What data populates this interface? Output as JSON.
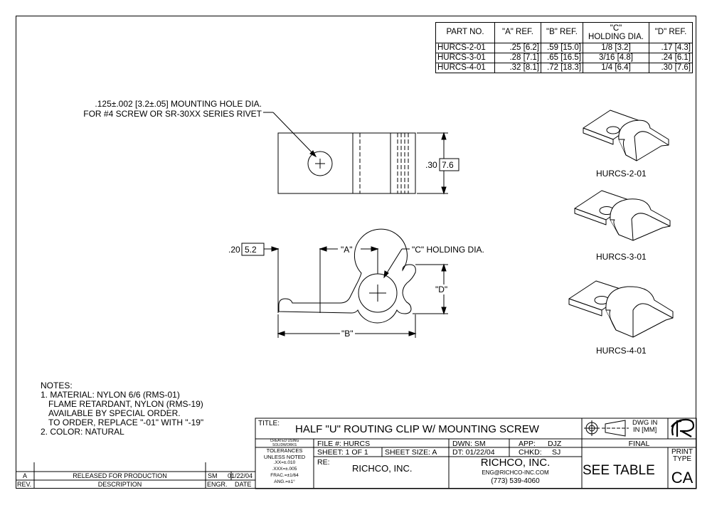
{
  "spec_table": {
    "headers": [
      "PART NO.",
      "\"A\"  REF.",
      "\"B\" REF.",
      "\"C\"",
      "HOLDING DIA.",
      "\"D\" REF."
    ],
    "rows": [
      [
        "HURCS-2-01",
        ".25 [6.2]",
        ".59 [15.0]",
        "1/8 [3.2]",
        ".17 [4.3]"
      ],
      [
        "HURCS-3-01",
        ".28 [7.1]",
        ".65 [16.5]",
        "3/16 [4.8]",
        ".24 [6.1]"
      ],
      [
        "HURCS-4-01",
        ".32 [8.1]",
        ".72 [18.3]",
        "1/4 [6.4]",
        ".30 [7.6]"
      ]
    ]
  },
  "callouts": {
    "hole_line1": ".125±.002 [3.2±.05] MOUNTING HOLE DIA.",
    "hole_line2": "FOR #4 SCREW OR SR-30XX SERIES RIVET",
    "height_val": ".30",
    "height_box": "7.6",
    "thick_val": ".20",
    "thick_box": "5.2",
    "dim_a": "\"A\"",
    "dim_b": "\"B\"",
    "dim_c": "\"C\" HOLDING DIA.",
    "dim_d": "\"D\""
  },
  "iso_labels": [
    "HURCS-2-01",
    "HURCS-3-01",
    "HURCS-4-01"
  ],
  "notes": {
    "heading": "NOTES:",
    "lines": [
      "1. MATERIAL: NYLON 6/6 (RMS-01)",
      "FLAME RETARDANT, NYLON (RMS-19)",
      "AVAILABLE  BY SPECIAL ORDER.",
      "TO ORDER, REPLACE \"-01\" WITH \"-19\"",
      "2. COLOR: NATURAL"
    ]
  },
  "revision": {
    "rev": "A",
    "description": "RELEASED FOR PRODUCTION",
    "engr": "SM",
    "date": "01/22/04",
    "rev_label": "REV.",
    "desc_label": "DESCRIPTION",
    "engr_label": "ENGR.",
    "date_label": "DATE"
  },
  "title_block": {
    "title_label": "TITLE:",
    "title": "HALF \"U\" ROUTING CLIP W/ MOUNTING SCREW",
    "created_using": [
      "CREATED USING",
      "SOLIDWORKS"
    ],
    "tolerances": [
      "TOLERANCES",
      "UNLESS NOTED",
      ".XX=±.010",
      ".XXX=±.005",
      "FRAC.=±1/64",
      "ANG.=±1°"
    ],
    "file": "FILE #: HURCS",
    "sheet": "SHEET: 1 OF 1",
    "sheet_size": "SHEET SIZE:  A",
    "re_label": "RE:",
    "re_value": "RICHCO, INC.",
    "dwn": "DWN: SM",
    "app_label": "APP:",
    "app": "DJZ",
    "dt": "DT: 01/22/04",
    "chkd_label": "CHKD:",
    "chkd": "SJ",
    "company": "RICHCO, INC.",
    "email": "ENG@RICHCO-INC.COM",
    "phone": "(773) 539-4060",
    "dwg_in": [
      "DWG IN",
      "IN [MM]"
    ],
    "status": "FINAL",
    "part_see": "SEE TABLE",
    "print_type_label": [
      "PRINT",
      "TYPE"
    ],
    "print_type": "CA"
  }
}
